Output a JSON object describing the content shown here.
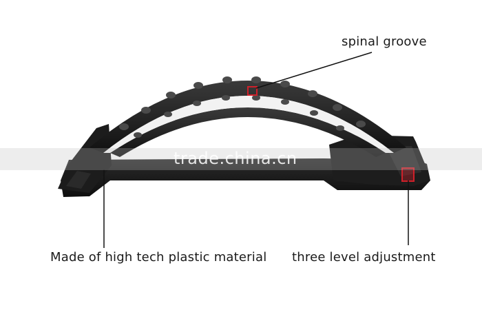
{
  "labels": {
    "spinal_groove": "spinal groove",
    "material": "Made of high tech plastic material",
    "adjustment": "three level adjustment"
  },
  "watermark": "trade.china.cn",
  "colors": {
    "product": "#222222",
    "highlight": "#d0202a",
    "leader_line": "#111111"
  }
}
